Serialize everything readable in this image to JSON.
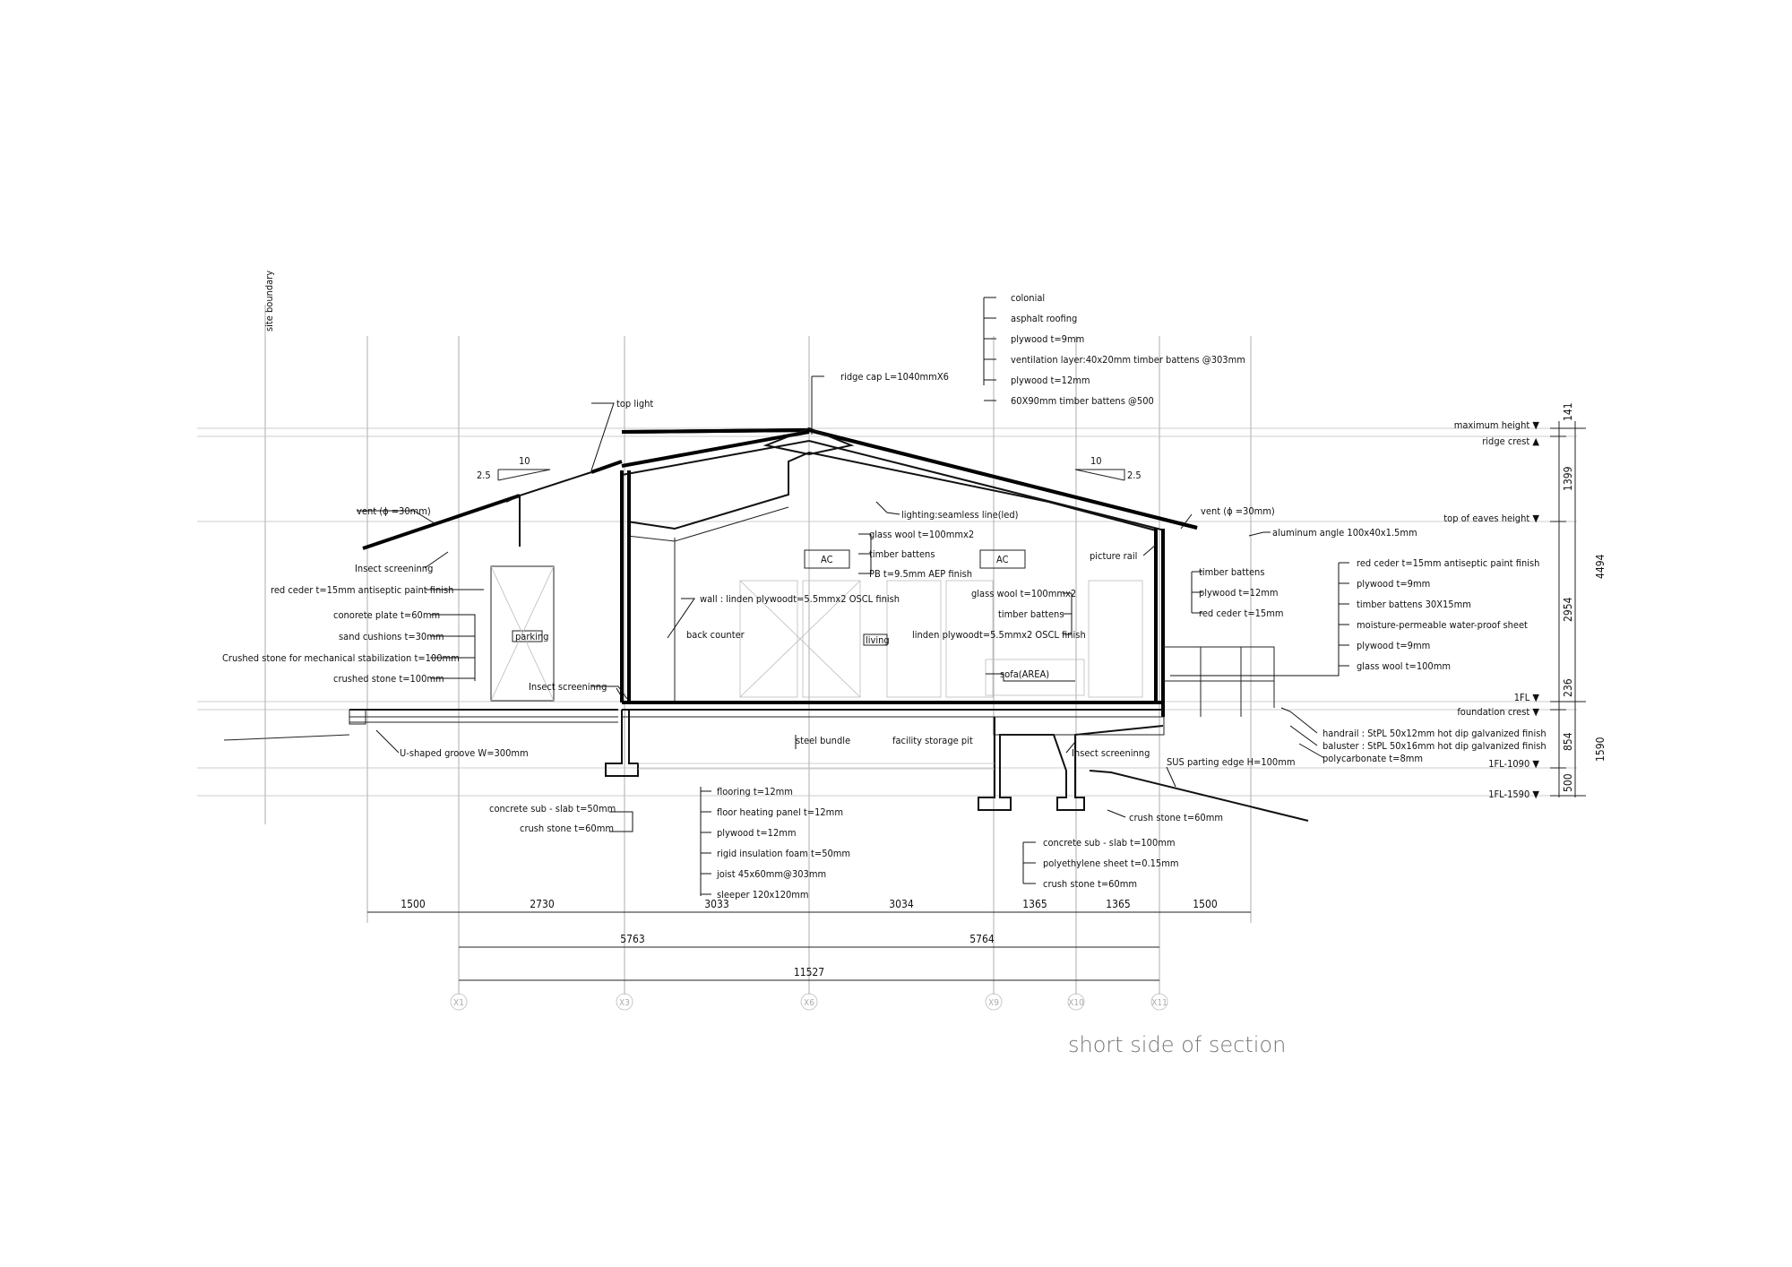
{
  "caption": "short side of section",
  "site_boundary": "site boundary",
  "rooms": {
    "parking": "parking",
    "living": "living",
    "ac1": "AC",
    "ac2": "AC"
  },
  "slopes": {
    "left_run": "10",
    "left_rise": "2.5",
    "right_run": "10",
    "right_rise": "2.5"
  },
  "labels": {
    "roof_stack": [
      "colonial",
      "asphalt roofing",
      "plywood t=9mm",
      "ventilation layer:40x20mm timber battens @303mm",
      "plywood t=12mm",
      "60X90mm timber battens @500"
    ],
    "ridge_cap": "ridge cap L=1040mmX6",
    "top_light": "top light",
    "vent_left": "vent (ϕ =30mm)",
    "insect_left": "Insect screeninng",
    "red_ceder_left": "red ceder t=15mm antiseptic paint finish",
    "parking_stack": [
      "conorete plate t=60mm",
      "sand cushions t=30mm",
      "Crushed stone for mechanical stabilization t=100mm",
      "crushed stone t=100mm"
    ],
    "insect_mid": "Insect screeninng",
    "wall_linden": "wall : linden plywoodt=5.5mmx2 OSCL finish",
    "back_counter": "back counter",
    "lighting": "lighting:seamless line(led)",
    "ceiling_stack": [
      "glass wool t=100mmx2",
      "timber battens",
      "PB t=9.5mm AEP finish"
    ],
    "right_ceiling_stack": [
      "glass wool t=100mmx2",
      "timber battens",
      "linden plywoodt=5.5mmx2 OSCL finish"
    ],
    "sofa": "sofa(AREA)",
    "picture_rail": "picture rail",
    "vent_right": "vent (ϕ =30mm)",
    "aluminum_angle": "aluminum angle 100x40x1.5mm",
    "eave_stack": [
      "timber battens",
      "plywood t=12mm",
      "red ceder t=15mm"
    ],
    "wall_stack": [
      "red ceder t=15mm antiseptic paint finish",
      "plywood t=9mm",
      "timber battens 30X15mm",
      "moisture-permeable water-proof sheet",
      "plywood t=9mm",
      "glass wool t=100mm"
    ],
    "u_groove": "U-shaped groove W=300mm",
    "steel_bundle": "steel bundle",
    "facility_pit": "facility storage pit",
    "insect_right": "Insect screeninng",
    "handrail": "handrail : StPL 50x12mm hot dip galvanized finish",
    "baluster": "baluster : StPL 50x16mm hot dip galvanized finish",
    "polycarbonate": "polycarbonate t=8mm",
    "sus_edge": "SUS parting edge H=100mm",
    "crush_right": "crush stone t=60mm",
    "left_slab": [
      "concrete sub - slab t=50mm",
      "crush stone t=60mm"
    ],
    "floor_stack": [
      "flooring t=12mm",
      "floor heating panel t=12mm",
      "plywood t=12mm",
      "rigid insulation foam t=50mm",
      "joist 45x60mm@303mm",
      "sleeper 120x120mm"
    ],
    "right_slab": [
      "concrete sub - slab t=100mm",
      "polyethylene sheet t=0.15mm",
      "crush stone t=60mm"
    ]
  },
  "levels": {
    "maximum_height": "maximum height ▼",
    "ridge_crest": "ridge crest ▲",
    "eaves_height": "top of eaves height ▼",
    "fl": "1FL ▼",
    "foundation_crest": "foundation crest ▼",
    "fl_1090": "1FL-1090 ▼",
    "fl_1590": "1FL-1590 ▼"
  },
  "vertical_dims": {
    "d141": "141",
    "d1399": "1399",
    "d2954": "2954",
    "d236": "236",
    "d854": "854",
    "d500": "500",
    "d4494": "4494",
    "d1590": "1590"
  },
  "horizontal_dims": {
    "row1": [
      "1500",
      "2730",
      "3033",
      "3034",
      "1365",
      "1365",
      "1500"
    ],
    "row2": [
      "5763",
      "5764"
    ],
    "row3": "11527"
  },
  "grid_axes": [
    "X1",
    "X3",
    "X6",
    "X9",
    "X10",
    "X11"
  ]
}
